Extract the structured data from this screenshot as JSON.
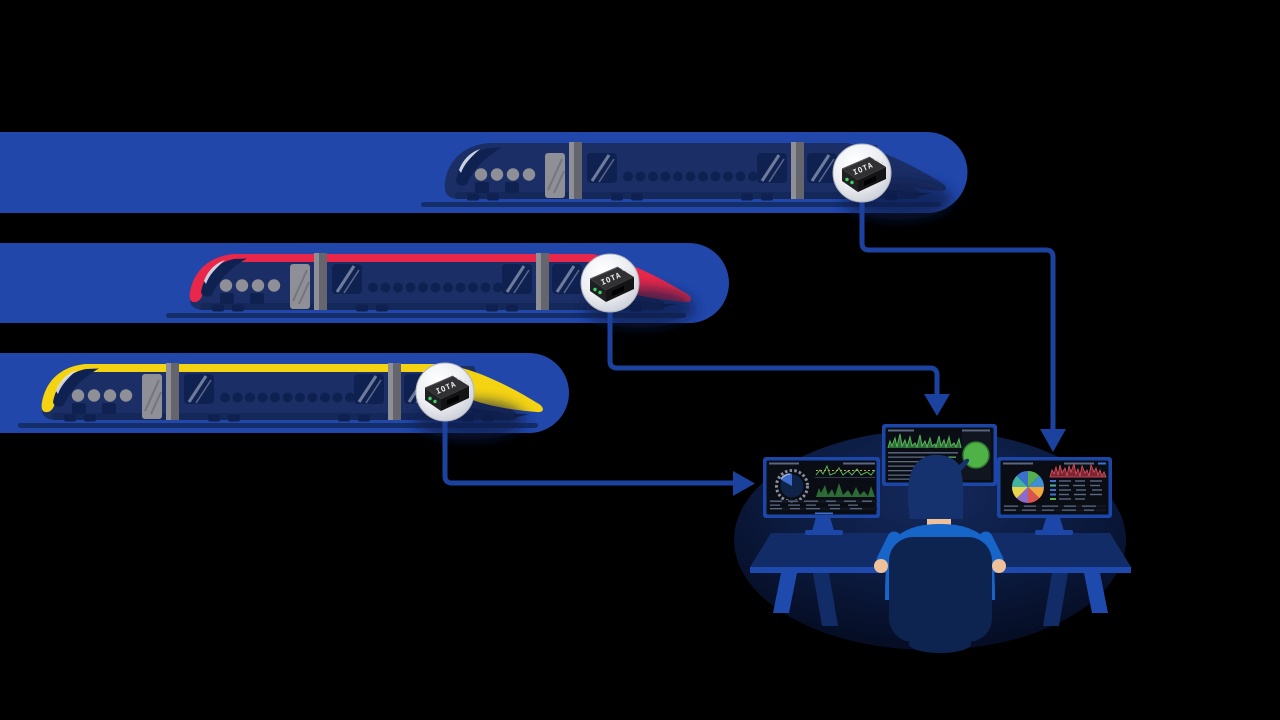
{
  "colors": {
    "band": "#2147ab",
    "line": "#1c429f",
    "navy": "#1b2f66",
    "navyDark": "#15285a",
    "navyDeep": "#0f2150",
    "ground": "#132e68",
    "gray": "#8f9097",
    "grayDark": "#64656d",
    "chipTop": "#313134",
    "chipFront": "#141416",
    "chipSide": "#202023",
    "led": "#3ed464",
    "desk": "#112c67",
    "deskLight": "#1e49ad",
    "frame": "#1c46a8",
    "screen": "#0a0e14",
    "panel": "#10151f",
    "txtDash": "#5a6780",
    "green": "#57b65c",
    "greenFill": "#2c6a36",
    "greenCircle": "#4fb246",
    "redLine": "#e05263",
    "redFill": "#7e2531",
    "uiBlue": "#3f6fd2",
    "uiYellow": "#caa63e",
    "skin": "#efc19b",
    "shirt": "#1765c9",
    "hair": "#15326e",
    "chair": "#0d2451",
    "pie": [
      "#55b04f",
      "#3f8fd6",
      "#f0a73e",
      "#d9534f",
      "#8f6bc9",
      "#e8d44d",
      "#41b3a3",
      "#3b6fd0"
    ]
  },
  "illustration": {
    "devices": [
      {
        "label": "IOTA"
      },
      {
        "label": "IOTA"
      },
      {
        "label": "IOTA"
      }
    ],
    "trains": [
      {
        "name": "navy-train",
        "accent": "#1b2f66"
      },
      {
        "name": "red-train",
        "accent": "#e8274b"
      },
      {
        "name": "yellow-train",
        "accent": "#f4d313"
      }
    ]
  }
}
